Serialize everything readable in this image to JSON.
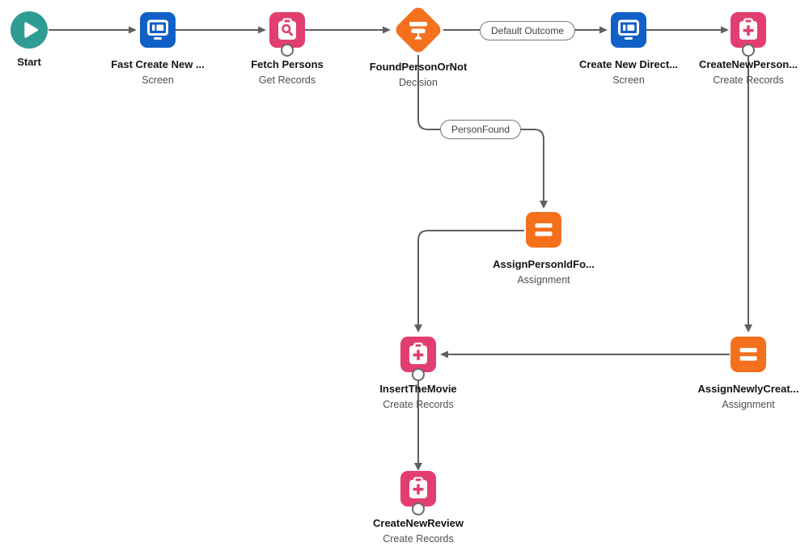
{
  "colors": {
    "start_teal": "#2f9c93",
    "screen_blue": "#1160c7",
    "data_pink": "#e23e6f",
    "logic_orange": "#f4701d",
    "connector_gray": "#5f5f5f",
    "pill_border": "#777777",
    "pill_text": "#3e3e3c",
    "label_dark": "#141414",
    "label_muted": "#514f4d"
  },
  "nodes": {
    "start": {
      "label": "Start"
    },
    "fast_create_new": {
      "label": "Fast Create New ...",
      "type": "Screen"
    },
    "fetch_persons": {
      "label": "Fetch Persons",
      "type": "Get Records"
    },
    "found_person_or_not": {
      "label": "FoundPersonOrNot",
      "type": "Decision"
    },
    "create_new_direct": {
      "label": "Create New Direct...",
      "type": "Screen"
    },
    "create_new_person": {
      "label": "CreateNewPerson...",
      "type": "Create Records"
    },
    "assign_person_id": {
      "label": "AssignPersonIdFo...",
      "type": "Assignment"
    },
    "insert_the_movie": {
      "label": "InsertTheMovie",
      "type": "Create Records"
    },
    "assign_newly_created": {
      "label": "AssignNewlyCreat...",
      "type": "Assignment"
    },
    "create_new_review": {
      "label": "CreateNewReview",
      "type": "Create Records"
    }
  },
  "connectors": {
    "default_outcome_label": "Default Outcome",
    "person_found_label": "PersonFound"
  }
}
